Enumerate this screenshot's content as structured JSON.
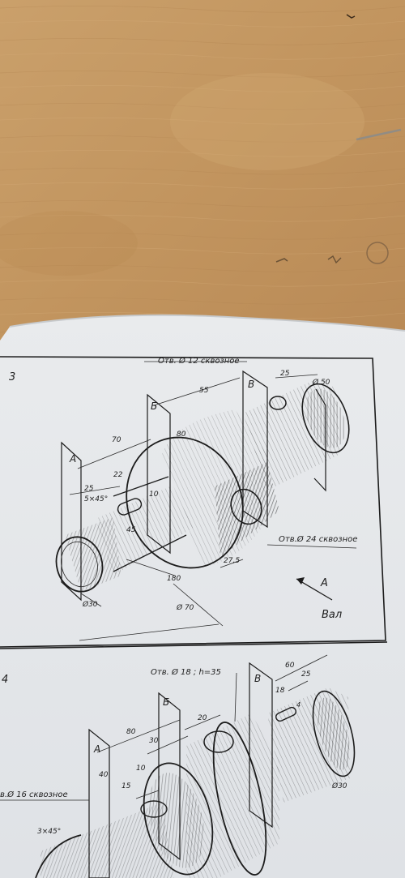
{
  "scene": {
    "description_free": true,
    "colors": {
      "desk": "#c99d67",
      "desk_dark": "#b8895a",
      "paper": "#e7e9eb",
      "paper_shadow": "#c9ccd0",
      "ink": "#1c1c1c"
    }
  },
  "problem3": {
    "number": "3",
    "hole_top": "Отв. Ø 12 сквозное",
    "hole_side": "Отв.Ø 24 сквозное",
    "part_name": "Вал",
    "section_arrow_letter": "А",
    "planes": [
      "А",
      "Б",
      "В"
    ],
    "dims": {
      "d70": "70",
      "d55": "55",
      "d25_top": "25",
      "d50": "Ø 50",
      "d80": "80",
      "d25": "25",
      "chamfer": "5×45°",
      "d22": "22",
      "d10": "10",
      "d45": "45",
      "d180": "180",
      "d27_5": "27,5",
      "phi70": "Ø 70",
      "phi30": "Ø30"
    }
  },
  "problem4": {
    "number": "4",
    "hole_top": "Отв. Ø 18 ; h=35",
    "hole_side": "в.Ø 16 сквозное",
    "planes": [
      "А",
      "Б",
      "В"
    ],
    "dims": {
      "d60": "60",
      "d25": "25",
      "d18": "18",
      "d4": "4",
      "d20": "20",
      "d80": "80",
      "d30": "30",
      "d40": "40",
      "d10": "10",
      "d15": "15",
      "chamfer": "3×45°",
      "phi30": "Ø30"
    }
  }
}
